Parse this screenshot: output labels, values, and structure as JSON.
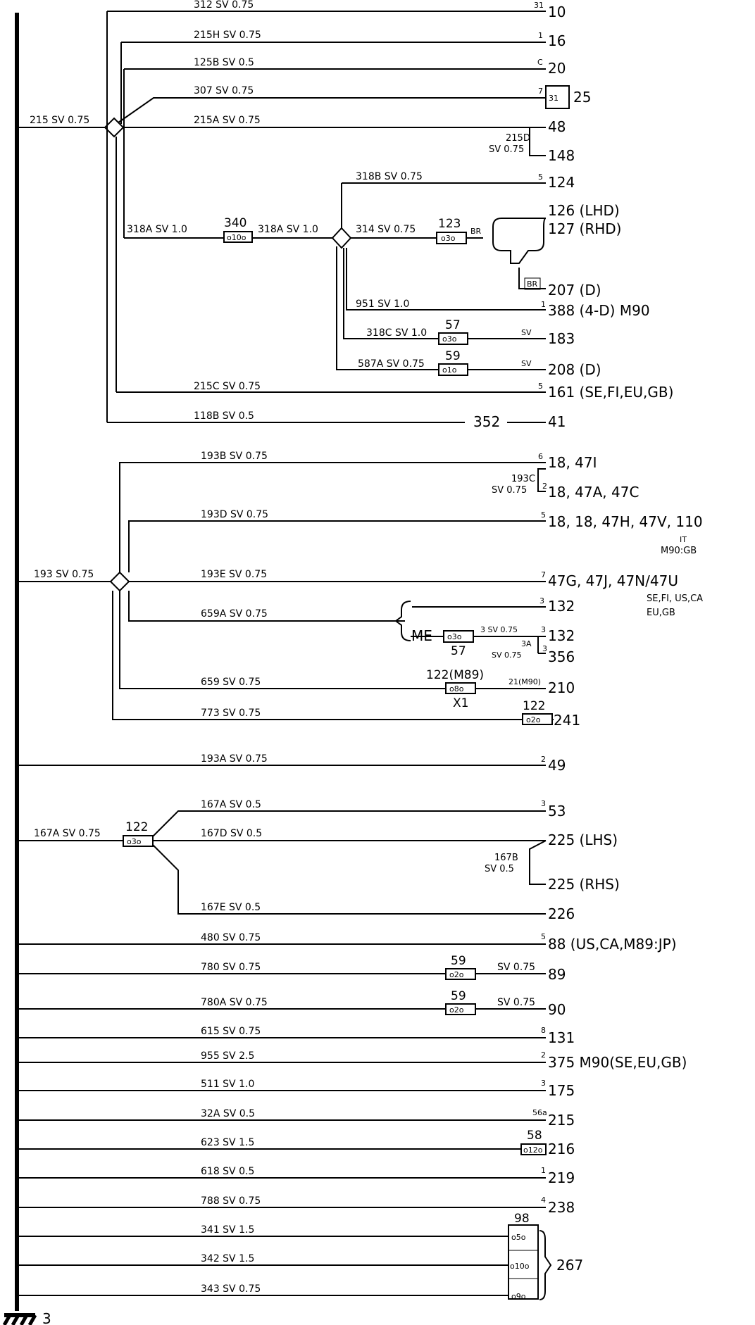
{
  "title": "",
  "ground": {
    "label": "3"
  },
  "feed_215": "215 SV 0.75",
  "feed_193": "193 SV 0.75",
  "feed_167": "167A SV 0.75",
  "wires": [
    {
      "label": "312 SV 0.75",
      "pin": "31",
      "dest": "10"
    },
    {
      "label": "215H SV 0.75",
      "pin": "1",
      "dest": "16"
    },
    {
      "label": "125B SV 0.5",
      "pin": "C",
      "dest": "20"
    },
    {
      "label": "307 SV 0.75",
      "pin": "7",
      "dest": "25",
      "box": "31"
    },
    {
      "label": "215A SV 0.75",
      "pin": "",
      "dest": "48"
    },
    {
      "label": "215D",
      "label2": "SV 0.75",
      "dest": "148"
    },
    {
      "label": "318B SV 0.75",
      "pin": "5",
      "dest": "124"
    },
    {
      "label": "318A SV 1.0",
      "connector": "340",
      "cpins": "o10o"
    },
    {
      "label": "318A SV 1.0"
    },
    {
      "label": "314 SV 0.75",
      "connector": "123",
      "cpins": "o3o",
      "tag": "BR",
      "dest": "126 (LHD)",
      "dest2": "127 (RHD)"
    },
    {
      "label": "BR",
      "dest": "207 (D)"
    },
    {
      "label": "951 SV 1.0",
      "pin": "1",
      "dest": "388 (4-D) M90"
    },
    {
      "label": "318C SV 1.0",
      "connector": "57",
      "cpins": "o3o",
      "tag": "SV",
      "dest": "183"
    },
    {
      "label": "587A SV 0.75",
      "connector": "59",
      "cpins": "o1o",
      "tag": "SV",
      "dest": "208 (D)"
    },
    {
      "label": "215C SV 0.75",
      "pin": "5",
      "dest": "161 (SE,FI,EU,GB)"
    },
    {
      "label": "118B SV 0.5",
      "mid": "352",
      "dest": "41"
    },
    {
      "label": "193B SV 0.75",
      "pin": "6",
      "dest": "18, 47I"
    },
    {
      "label": "193C",
      "label2": "SV 0.75",
      "pin": "2",
      "dest": "18, 47A, 47C"
    },
    {
      "label": "193D SV 0.75",
      "pin": "5",
      "dest": "18, 18, 47H, 47V, 110",
      "note": "IT",
      "note2": "M90:GB"
    },
    {
      "label": "193E SV 0.75",
      "pin": "7",
      "dest": "47G, 47J, 47N/47U",
      "note": "SE,FI, US,CA",
      "note2": "EU,GB"
    },
    {
      "label": "659A SV 0.75",
      "pin": "3",
      "dest": "132"
    },
    {
      "label": "ME",
      "connector": "57",
      "cpins": "o3o",
      "label3": "3 SV 0.75",
      "pin": "3",
      "dest": "132"
    },
    {
      "label": "3A",
      "label2": "SV 0.75",
      "pin": "3",
      "dest": "356"
    },
    {
      "label": "659 SV 0.75",
      "connector": "122(M89)",
      "cpins": "o8o",
      "sub": "X1",
      "tag": "21(M90)",
      "dest": "210"
    },
    {
      "label": "773 SV 0.75",
      "connector": "122",
      "cpins": "o2o",
      "dest": "241"
    },
    {
      "label": "193A SV 0.75",
      "pin": "2",
      "dest": "49"
    },
    {
      "label": "167A SV 0.5",
      "pin": "3",
      "dest": "53"
    },
    {
      "label": "167D SV 0.5",
      "connector": "122",
      "cpins": "o3o",
      "dest": "225 (LHS)"
    },
    {
      "label": "167B",
      "label2": "SV 0.5",
      "dest": "225 (RHS)"
    },
    {
      "label": "167E SV 0.5",
      "dest": "226"
    },
    {
      "label": "480 SV 0.75",
      "pin": "5",
      "dest": "88 (US,CA,M89:JP)"
    },
    {
      "label": "780 SV 0.75",
      "connector": "59",
      "cpins": "o2o",
      "tag": "SV 0.75",
      "dest": "89"
    },
    {
      "label": "780A SV 0.75",
      "connector": "59",
      "cpins": "o2o",
      "tag": "SV 0.75",
      "dest": "90"
    },
    {
      "label": "615 SV 0.75",
      "pin": "8",
      "dest": "131"
    },
    {
      "label": "955 SV 2.5",
      "pin": "2",
      "dest": "375 M90(SE,EU,GB)"
    },
    {
      "label": "511 SV 1.0",
      "pin": "3",
      "dest": "175"
    },
    {
      "label": "32A SV 0.5",
      "pin": "56a",
      "dest": "215"
    },
    {
      "label": "623 SV 1.5",
      "connector": "58",
      "cpins": "o12o",
      "dest": "216"
    },
    {
      "label": "618 SV 0.5",
      "pin": "1",
      "dest": "219"
    },
    {
      "label": "788 SV 0.75",
      "pin": "4",
      "dest": "238"
    },
    {
      "label": "341 SV 1.5",
      "connector": "98",
      "cpins": "o5o"
    },
    {
      "label": "342 SV 1.5",
      "cpins": "o10o",
      "dest": "267"
    },
    {
      "label": "343 SV 0.75",
      "cpins": "o9o"
    }
  ]
}
